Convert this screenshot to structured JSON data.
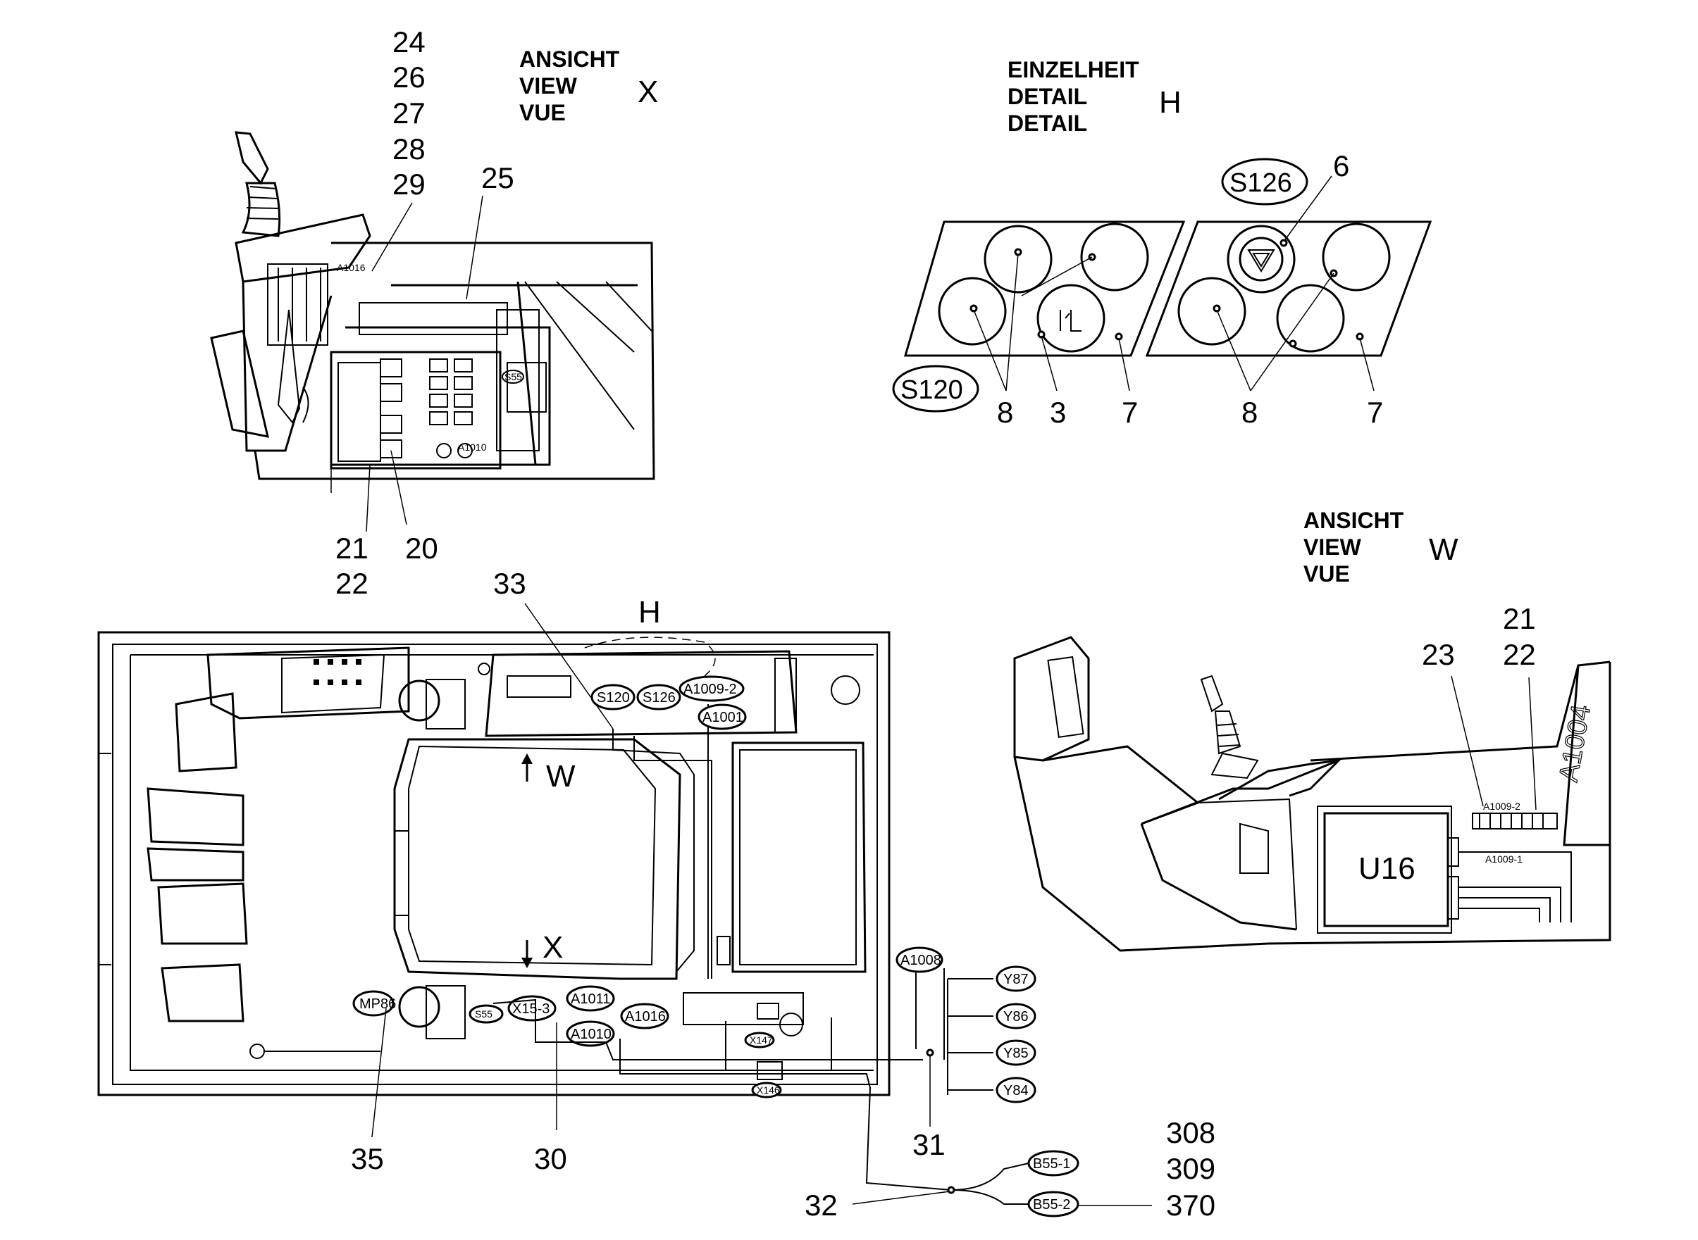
{
  "view_x": {
    "heading": [
      "ANSICHT",
      "VIEW",
      "VUE"
    ],
    "letter": "X",
    "callouts_top": [
      "24",
      "26",
      "27",
      "28",
      "29"
    ],
    "callout_25": "25",
    "callouts_bottom_left": [
      "21",
      "22"
    ],
    "callout_20": "20",
    "labels": {
      "a1016": "A1016",
      "a1010": "A1010",
      "s55": "S55"
    }
  },
  "detail_h": {
    "heading": [
      "EINZELHEIT",
      "DETAIL",
      "DETAIL"
    ],
    "letter": "H",
    "tag_s126": "S126",
    "tag_s120": "S120",
    "callout_6": "6",
    "callouts_left": [
      "8",
      "3",
      "7"
    ],
    "callouts_right": [
      "8",
      "7"
    ]
  },
  "view_w": {
    "heading": [
      "ANSICHT",
      "VIEW",
      "VUE"
    ],
    "letter": "W",
    "callout_23": "23",
    "callouts_right": [
      "21",
      "22"
    ],
    "box_label": "U16",
    "connector_labels": [
      "A1009-2",
      "A1009-1"
    ],
    "side_label": "A1004"
  },
  "main_view": {
    "letter_h": "H",
    "arrow_w": "W",
    "arrow_x": "X",
    "callout_33": "33",
    "tags": [
      "S120",
      "S126",
      "A1009-2",
      "A1001",
      "MP86",
      "S55",
      "X15-3",
      "A1011",
      "A1016",
      "A1010",
      "A1008",
      "X147",
      "X146"
    ],
    "valve_tags": [
      "Y87",
      "Y86",
      "Y85",
      "Y84"
    ],
    "sensor_tags": [
      "B55-1",
      "B55-2"
    ],
    "callouts_bottom": [
      "35",
      "30",
      "31",
      "32"
    ],
    "callouts_sensor": [
      "308",
      "309",
      "370"
    ]
  }
}
